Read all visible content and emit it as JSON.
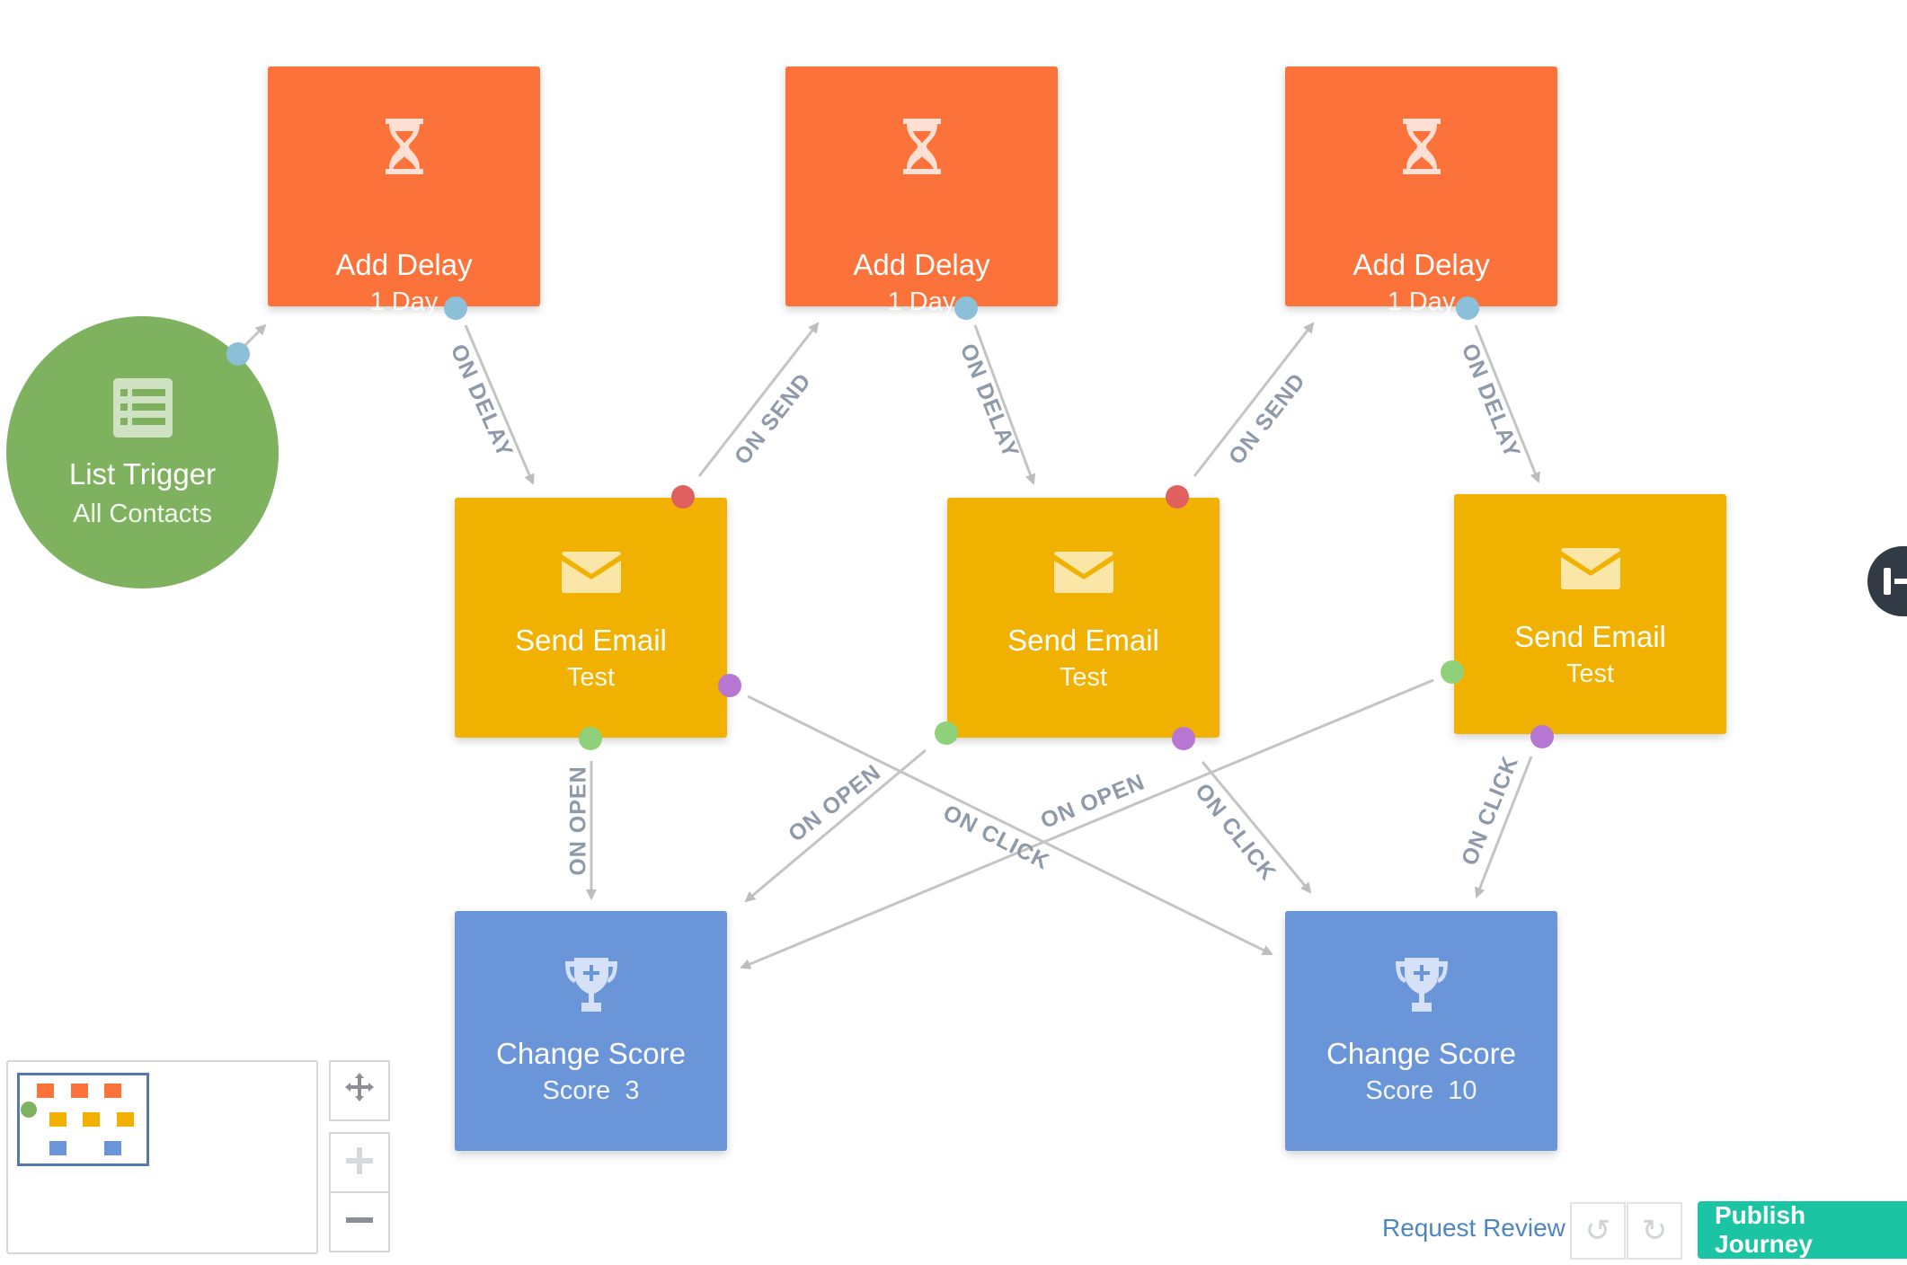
{
  "nodes": {
    "trigger": {
      "title": "List Trigger",
      "subtitle": "All Contacts",
      "icon": "list-icon"
    },
    "delay_1": {
      "title": "Add Delay",
      "subtitle": "1 Day",
      "icon": "hourglass-icon"
    },
    "delay_2": {
      "title": "Add Delay",
      "subtitle": "1 Day",
      "icon": "hourglass-icon"
    },
    "delay_3": {
      "title": "Add Delay",
      "subtitle": "1 Day",
      "icon": "hourglass-icon"
    },
    "email_1": {
      "title": "Send Email",
      "subtitle": "Test",
      "icon": "envelope-icon"
    },
    "email_2": {
      "title": "Send Email",
      "subtitle": "Test",
      "icon": "envelope-icon"
    },
    "email_3": {
      "title": "Send Email",
      "subtitle": "Test",
      "icon": "envelope-icon"
    },
    "score_1": {
      "title": "Change Score",
      "subtitle": "Score  3",
      "icon": "trophy-icon"
    },
    "score_2": {
      "title": "Change Score",
      "subtitle": "Score  10",
      "icon": "trophy-icon"
    }
  },
  "edge_labels": {
    "on_delay": "ON DELAY",
    "on_send": "ON SEND",
    "on_open": "ON OPEN",
    "on_click": "ON CLICK"
  },
  "footer": {
    "request_review": "Request Review",
    "undo_icon": "undo-icon",
    "redo_icon": "redo-icon",
    "publish": "Publish Journey"
  },
  "controls": {
    "move_icon": "move-icon",
    "zoom_in_icon": "plus-icon",
    "zoom_out_icon": "minus-icon"
  },
  "colors": {
    "delay": "#fb733a",
    "email": "#f0b101",
    "score": "#6b95d9",
    "trigger": "#7eb25f",
    "publish": "#1bc4a2",
    "port_blue": "#8cbfd8",
    "port_red": "#e06060",
    "port_green": "#8fd07a",
    "port_purple": "#b776d1"
  }
}
